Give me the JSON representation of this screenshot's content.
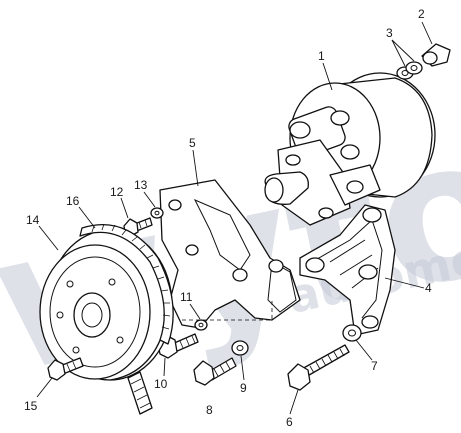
{
  "watermark": {
    "brand": "wytor",
    "sub": "automo",
    "color": "#c5cad8"
  },
  "callouts": {
    "n1": "1",
    "n2": "2",
    "n3": "3",
    "n4": "4",
    "n5": "5",
    "n6": "6",
    "n7": "7",
    "n8": "8",
    "n9": "9",
    "n10": "10",
    "n11": "11",
    "n12": "12",
    "n13": "13",
    "n14": "14",
    "n15": "15",
    "n16": "16"
  }
}
